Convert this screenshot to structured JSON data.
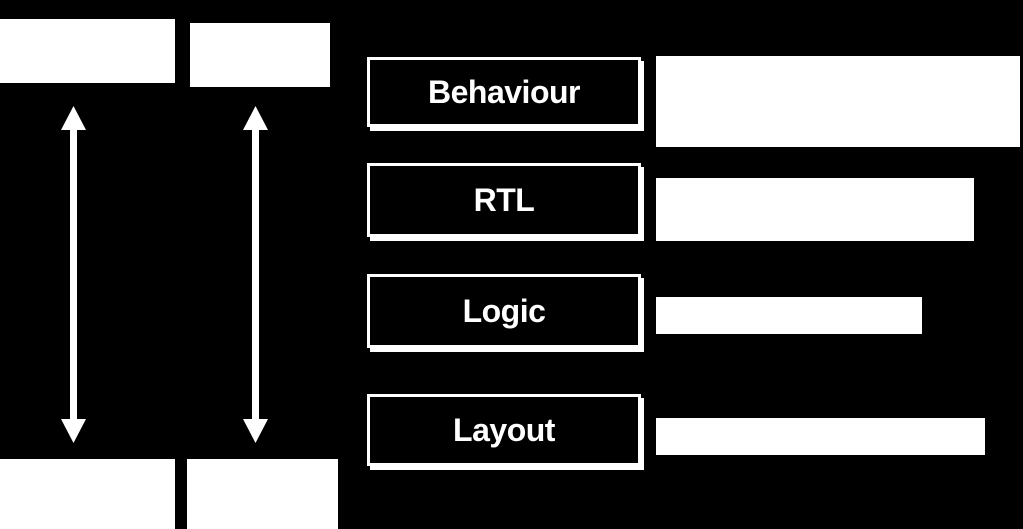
{
  "levels": [
    {
      "label": "Behaviour"
    },
    {
      "label": "RTL"
    },
    {
      "label": "Logic"
    },
    {
      "label": "Layout"
    }
  ],
  "colors": {
    "background": "#000000",
    "foreground": "#ffffff"
  }
}
